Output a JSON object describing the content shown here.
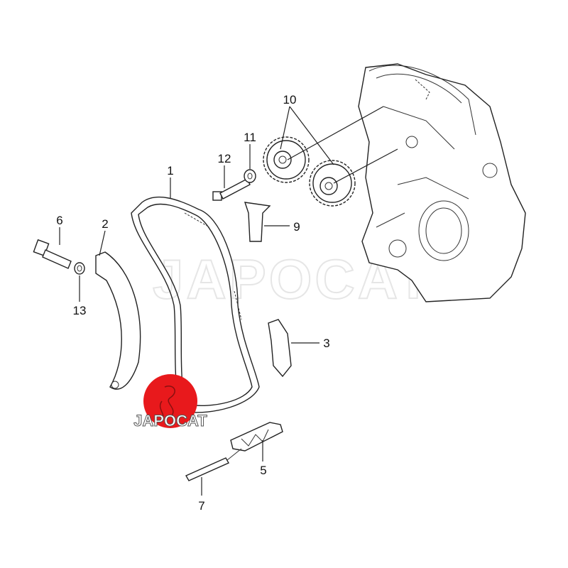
{
  "diagram": {
    "watermark": "JAPOCAT",
    "logo": {
      "text": "JAPOCAT",
      "color": "#e8191c"
    },
    "callouts": [
      {
        "id": "1",
        "part": "timing-chain"
      },
      {
        "id": "2",
        "part": "chain-guide-tensioner-side"
      },
      {
        "id": "3",
        "part": "chain-guide-fixed"
      },
      {
        "id": "5",
        "part": "chain-tensioner"
      },
      {
        "id": "6",
        "part": "guide-bolt"
      },
      {
        "id": "7",
        "part": "tensioner-pin"
      },
      {
        "id": "9",
        "part": "upper-chain-guide"
      },
      {
        "id": "10",
        "part": "camshaft-sprockets"
      },
      {
        "id": "11",
        "part": "washer"
      },
      {
        "id": "12",
        "part": "sprocket-bolt"
      },
      {
        "id": "13",
        "part": "sealing-ring"
      }
    ]
  }
}
